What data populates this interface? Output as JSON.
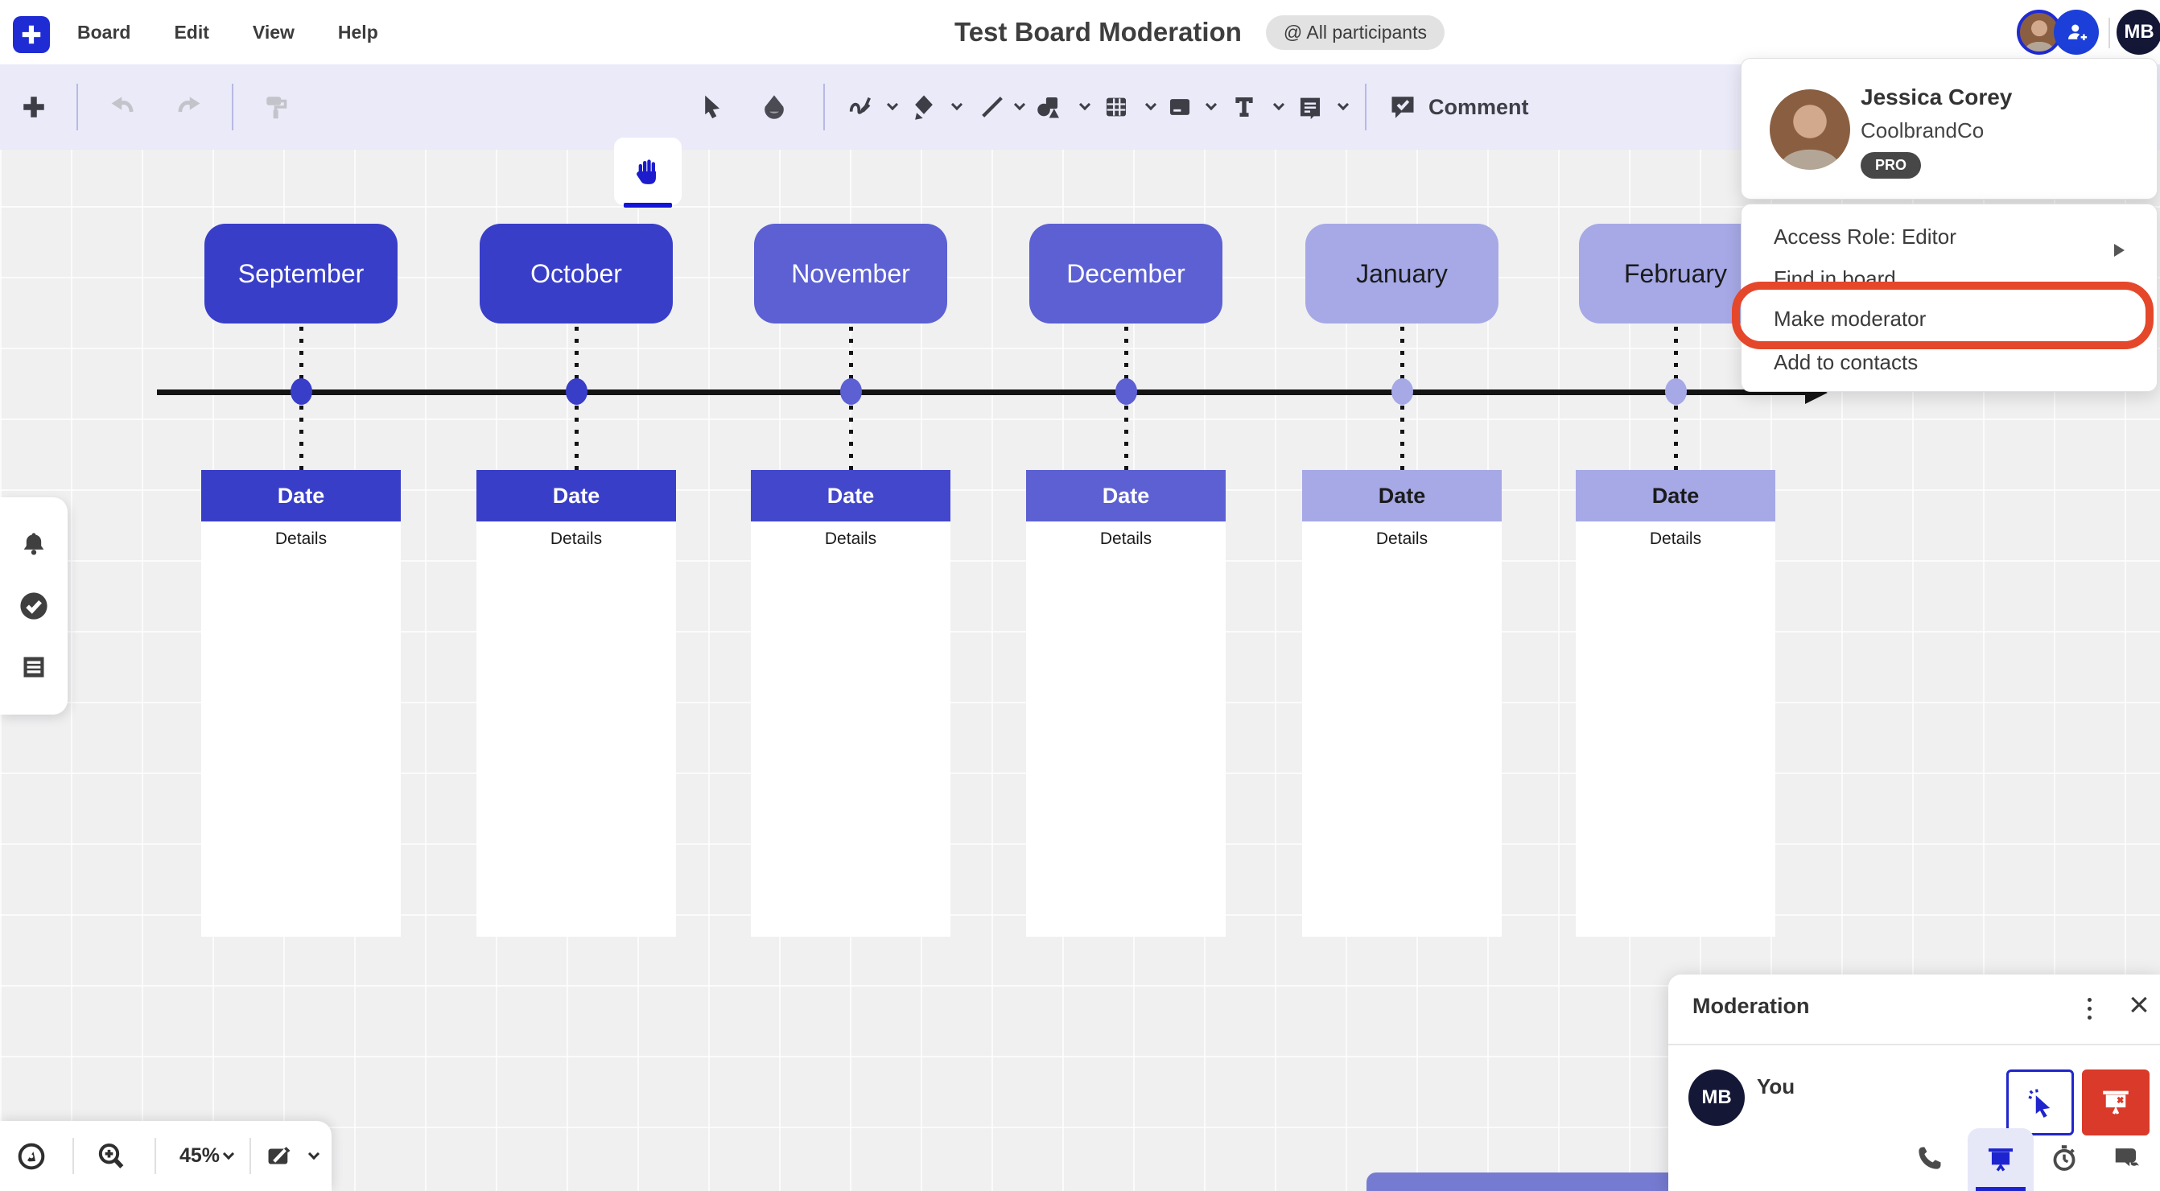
{
  "topbar": {
    "menus": [
      "Board",
      "Edit",
      "View",
      "Help"
    ],
    "title": "Test Board Moderation",
    "participants_badge": "@ All participants",
    "current_user_initials": "MB"
  },
  "toolbar": {
    "comment_label": "Comment"
  },
  "user_menu": {
    "name": "Jessica Corey",
    "company": "CoolbrandCo",
    "plan_badge": "PRO",
    "items": [
      {
        "label": "Access Role: Editor"
      },
      {
        "label": "Find in board"
      },
      {
        "label": "Make moderator"
      },
      {
        "label": "Add to contacts"
      }
    ]
  },
  "timeline": {
    "months": [
      {
        "label": "September",
        "color": "#393ec8",
        "date_color": "#393ec8",
        "text_color": "#ffffff",
        "date_label": "Date",
        "details_label": "Details"
      },
      {
        "label": "October",
        "color": "#393ec8",
        "date_color": "#393ec8",
        "text_color": "#ffffff",
        "date_label": "Date",
        "details_label": "Details"
      },
      {
        "label": "November",
        "color": "#5c60d2",
        "date_color": "#4347cb",
        "text_color": "#ffffff",
        "date_label": "Date",
        "details_label": "Details"
      },
      {
        "label": "December",
        "color": "#5c60d2",
        "date_color": "#5c60d2",
        "text_color": "#ffffff",
        "date_label": "Date",
        "details_label": "Details"
      },
      {
        "label": "January",
        "color": "#a6a9e6",
        "date_color": "#a6a9e6",
        "text_color": "#1b1b1b",
        "date_label": "Date",
        "details_label": "Details"
      },
      {
        "label": "February",
        "color": "#a6a9e6",
        "date_color": "#a6a9e6",
        "text_color": "#1b1b1b",
        "date_label": "Date",
        "details_label": "Details"
      }
    ]
  },
  "controls": {
    "zoom_level": "45%"
  },
  "moderation": {
    "title": "Moderation",
    "participant": {
      "initials": "MB",
      "label": "You"
    }
  },
  "colors": {
    "accent": "#2127d3",
    "annotation_red": "#e5472a",
    "danger_red": "#d93a2a",
    "toolbar_bg": "#eaeaf9",
    "canvas_bg": "#f0f0f1",
    "dark_navy": "#141736"
  }
}
